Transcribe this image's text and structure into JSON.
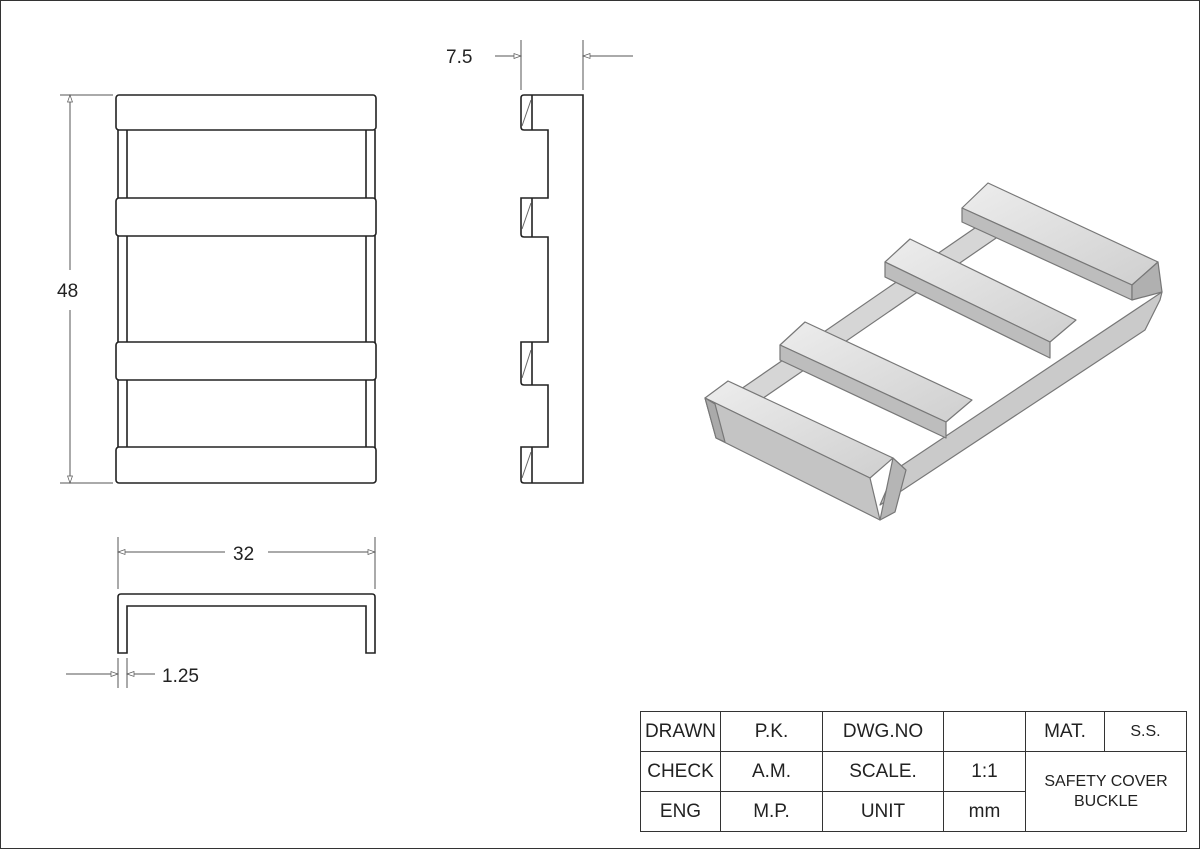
{
  "drawing": {
    "dimensions": {
      "height": "48",
      "width": "32",
      "depth": "7.5",
      "thickness": "1.25"
    },
    "views": [
      "front-view",
      "side-view",
      "bottom-view",
      "isometric-view"
    ]
  },
  "title_block": {
    "drawn_label": "DRAWN",
    "drawn_value": "P.K.",
    "dwg_no_label": "DWG.NO",
    "dwg_no_value": "",
    "mat_label": "MAT.",
    "mat_value": "S.S.",
    "check_label": "CHECK",
    "check_value": "A.M.",
    "scale_label": "SCALE.",
    "scale_value": "1:1",
    "part_name_line1": "SAFETY COVER",
    "part_name_line2": "BUCKLE",
    "eng_label": "ENG",
    "eng_value": "M.P.",
    "unit_label": "UNIT",
    "unit_value": "mm"
  },
  "colors": {
    "line": "#222222",
    "dimension_line": "#555555",
    "iso_face": "#dcdcdc"
  }
}
